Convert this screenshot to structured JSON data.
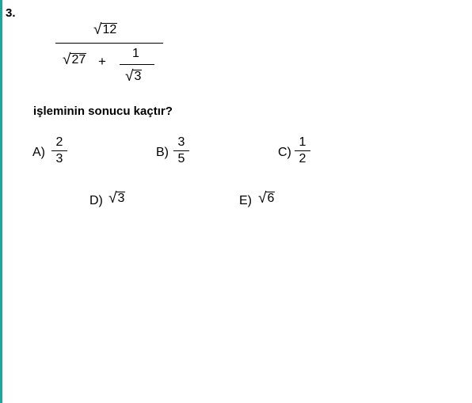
{
  "question": {
    "number": "3.",
    "expression": {
      "numerator_radicand": "12",
      "denominator_left_radicand": "27",
      "plus_sign": "+",
      "inner_fraction_numerator": "1",
      "inner_fraction_radicand": "3"
    },
    "stem": "işleminin sonucu kaçtır?"
  },
  "options": {
    "a": {
      "label": "A)",
      "numerator": "2",
      "denominator": "3"
    },
    "b": {
      "label": "B)",
      "numerator": "3",
      "denominator": "5"
    },
    "c": {
      "label": "C)",
      "numerator": "1",
      "denominator": "2"
    },
    "d": {
      "label": "D)",
      "radicand": "3"
    },
    "e": {
      "label": "E)",
      "radicand": "6"
    }
  },
  "colors": {
    "left_rule": "#1aa89c"
  }
}
